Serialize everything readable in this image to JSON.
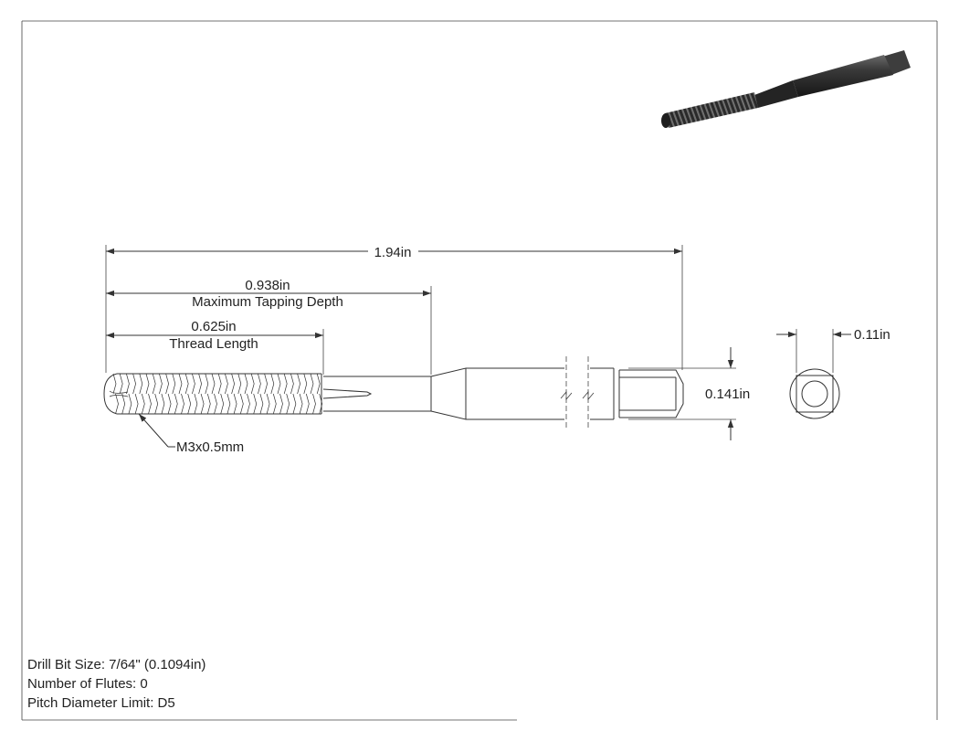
{
  "dimensions": {
    "overall_length": "1.94in",
    "max_tapping_depth_value": "0.938in",
    "max_tapping_depth_label": "Maximum Tapping Depth",
    "thread_length_value": "0.625in",
    "thread_length_label": "Thread Length",
    "shank_diameter": "0.141in",
    "square_size": "0.11in",
    "thread_callout": "M3x0.5mm"
  },
  "notes": [
    "Drill Bit Size: 7/64\" (0.1094in)",
    "Number of Flutes: 0",
    "Pitch Diameter Limit: D5"
  ],
  "colors": {
    "line": "#333333",
    "tap_body": "#2b2b2b"
  }
}
